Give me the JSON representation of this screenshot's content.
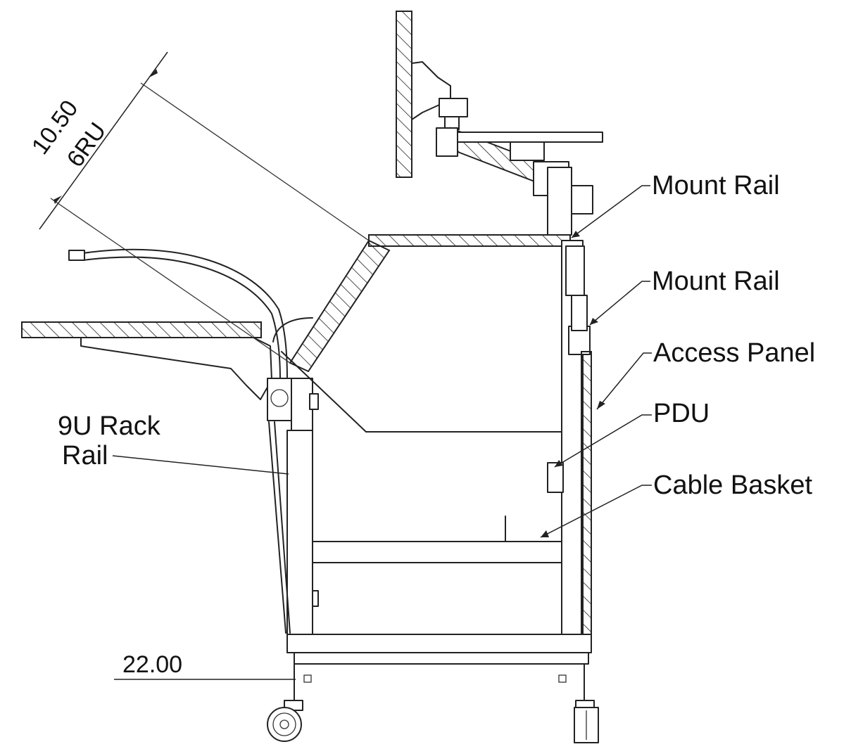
{
  "dimensions": {
    "height": "10.50",
    "rack_units": "6RU",
    "depth": "22.00"
  },
  "callouts": {
    "mount_rail_top": "Mount Rail",
    "mount_rail_mid": "Mount Rail",
    "access_panel": "Access Panel",
    "pdu": "PDU",
    "cable_basket": "Cable Basket",
    "rack_rail_line1": "9U Rack",
    "rack_rail_line2": "Rail"
  },
  "colors": {
    "line": "#222222",
    "background": "#ffffff"
  }
}
